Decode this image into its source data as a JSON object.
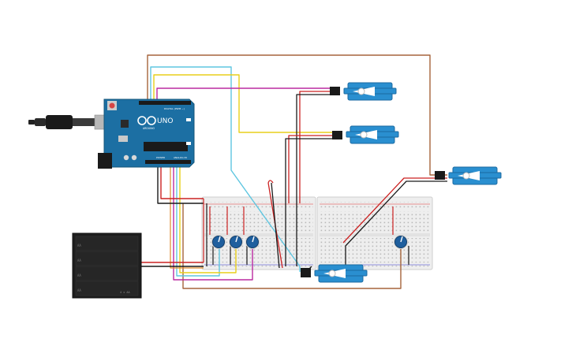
{
  "arduino": {
    "brand": "ARDUINO",
    "model": "UNO",
    "header_digital": "DIGITAL (PWM ~)",
    "header_power": "POWER",
    "header_analog": "ANALOG IN"
  },
  "battery": {
    "cells": [
      "AA",
      "AA",
      "AA",
      "AA"
    ],
    "label": "4 x AA"
  },
  "colors": {
    "board_blue": "#1c6fa3",
    "breadboard": "#efefef",
    "servo_blue": "#2a8fd0",
    "knob_blue": "#1f5f9e",
    "wire_black": "#1a1a1a",
    "wire_red": "#cc2222",
    "wire_brown": "#a5643b",
    "wire_cyan": "#5fc6e0",
    "wire_yellow": "#e8cf1a",
    "wire_magenta": "#bb2aa0",
    "wire_orange": "#e08a2a",
    "wire_green": "#4a9a3a"
  },
  "components": {
    "servos": 4,
    "potentiometers": 4,
    "breadboards": 2
  }
}
